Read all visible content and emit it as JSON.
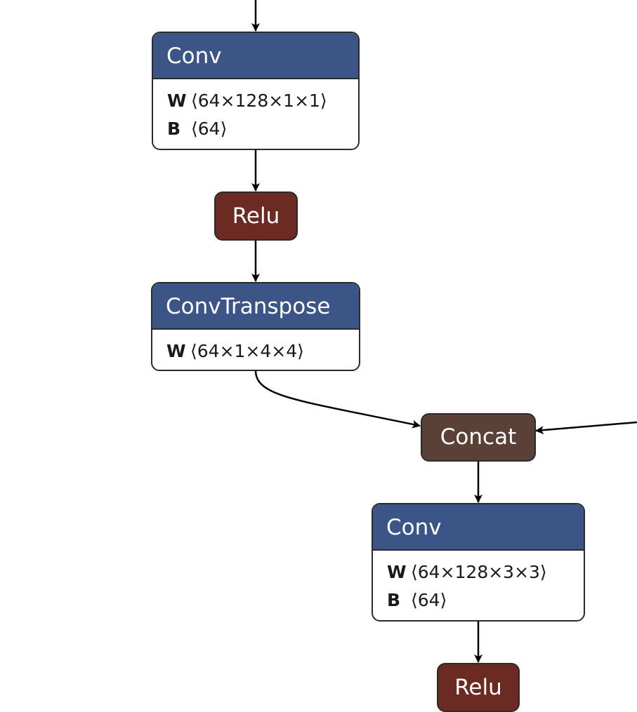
{
  "nodes": {
    "conv1": {
      "title": "Conv",
      "attrs": [
        {
          "name": "W",
          "value": "⟨64×128×1×1⟩"
        },
        {
          "name": "B",
          "value": "⟨64⟩"
        }
      ]
    },
    "relu1": {
      "title": "Relu"
    },
    "convtranspose1": {
      "title": "ConvTranspose",
      "attrs": [
        {
          "name": "W",
          "value": "⟨64×1×4×4⟩"
        }
      ]
    },
    "concat1": {
      "title": "Concat"
    },
    "conv2": {
      "title": "Conv",
      "attrs": [
        {
          "name": "W",
          "value": "⟨64×128×3×3⟩"
        },
        {
          "name": "B",
          "value": "⟨64⟩"
        }
      ]
    },
    "relu2": {
      "title": "Relu"
    }
  },
  "colors": {
    "conv_header": "#3a5586",
    "relu": "#6b2a22",
    "concat": "#5a4037",
    "edge": "#000000",
    "border": "#2b2b2b"
  }
}
